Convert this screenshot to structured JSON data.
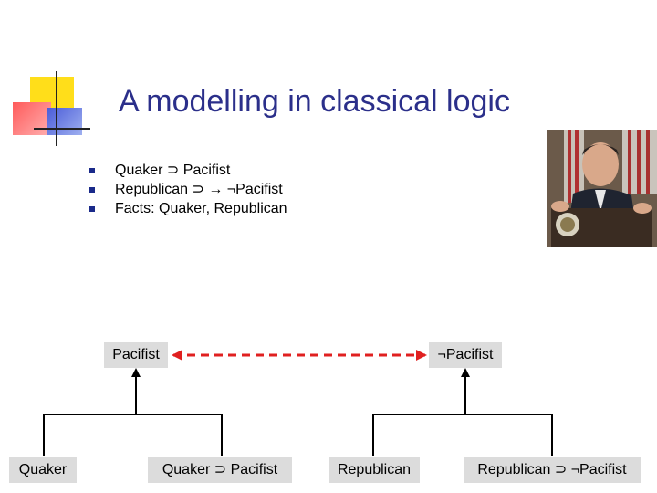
{
  "title": "A modelling in classical logic",
  "bullets": [
    "Quaker ⊃ Pacifist",
    "Republican ⊃  → ¬Pacifist",
    "Facts: Quaker, Republican"
  ],
  "nodes": {
    "pacifist": "Pacifist",
    "not_pacifist": "¬Pacifist",
    "quaker": "Quaker",
    "quaker_implies": "Quaker ⊃ Pacifist",
    "republican": "Republican",
    "republican_implies": "Republican ⊃ ¬Pacifist"
  },
  "colors": {
    "title": "#2b2f8a",
    "conflict_arrow": "#e02020",
    "node_fill": "#dcdcdc"
  }
}
